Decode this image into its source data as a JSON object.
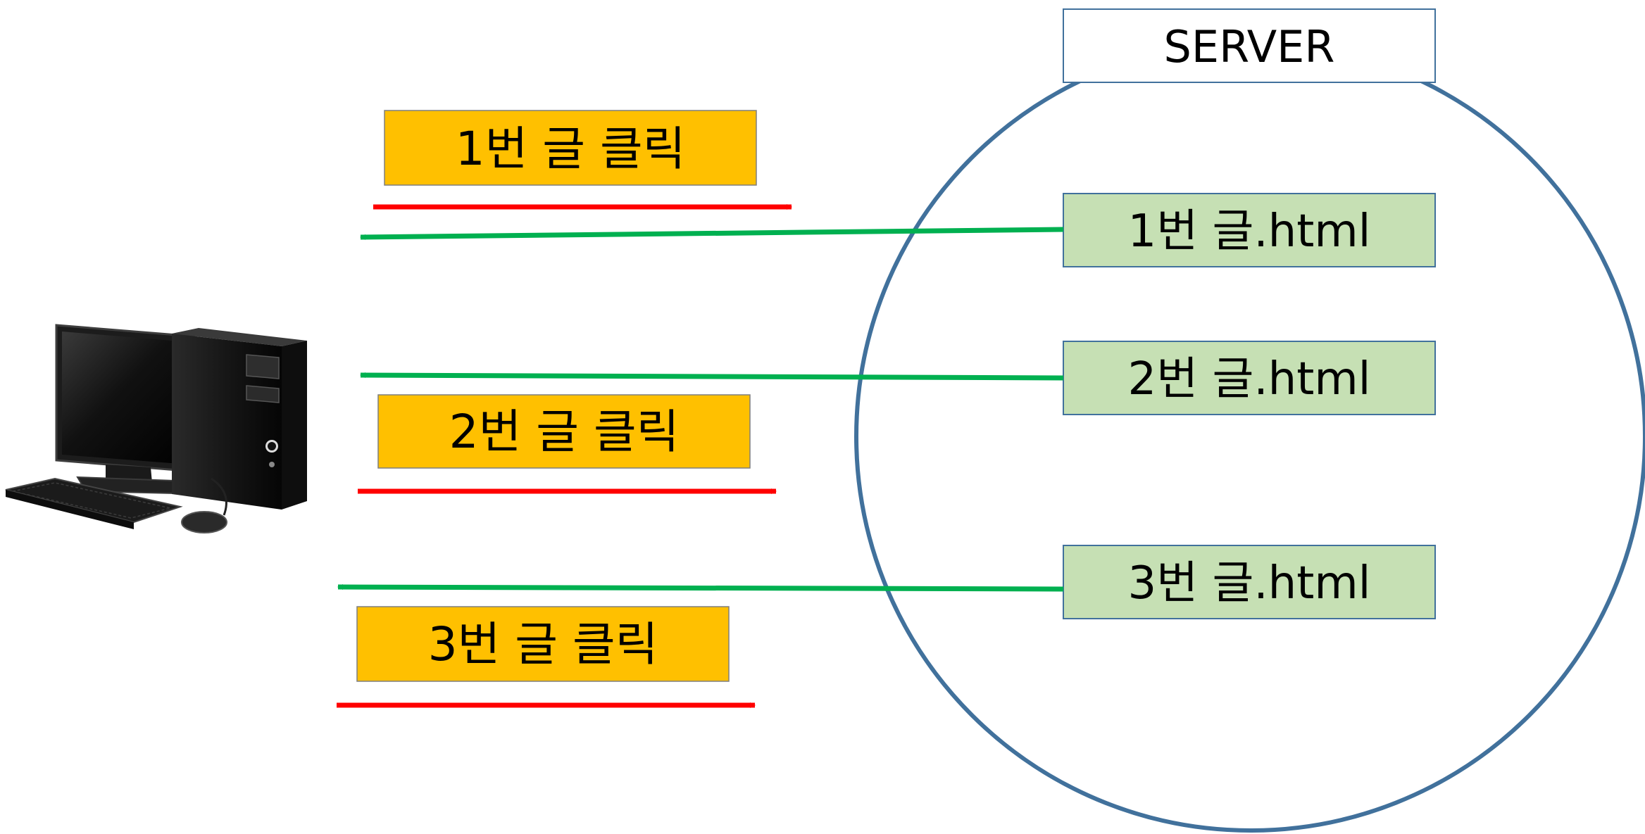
{
  "server": {
    "title": "SERVER",
    "files": [
      {
        "label": "1번 글.html"
      },
      {
        "label": "2번 글.html"
      },
      {
        "label": "3번 글.html"
      }
    ]
  },
  "client": {
    "icon": "desktop-computer-icon",
    "requests": [
      {
        "label": "1번 글 클릭"
      },
      {
        "label": "2번 글 클릭"
      },
      {
        "label": "3번 글 클릭"
      }
    ]
  },
  "colors": {
    "click_box": "#FFC000",
    "file_box": "#C6E0B4",
    "server_circle": "#41719C",
    "request_arrow": "#FF0000",
    "response_arrow": "#00B050"
  }
}
